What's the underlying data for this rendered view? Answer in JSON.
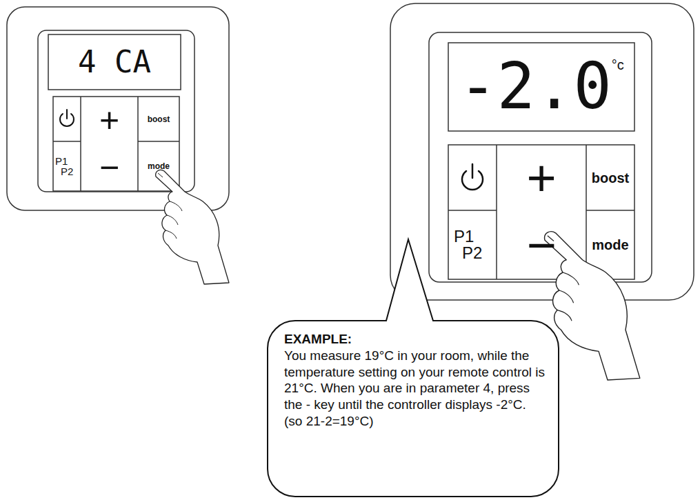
{
  "diagram": {
    "nodes": [
      {
        "text": [
          "4 CA"
        ]
      },
      {
        "text": [
          "+",
          "−"
        ]
      },
      {
        "text": [
          "boost"
        ]
      },
      {
        "text": [
          "P1 P2"
        ]
      },
      {
        "text": [
          "mode"
        ]
      },
      {
        "text": [
          "-2.0",
          "°c"
        ]
      },
      {
        "text": [
          "+",
          "−"
        ]
      },
      {
        "text": [
          "boost"
        ]
      },
      {
        "text": [
          "P1 P2"
        ]
      },
      {
        "text": [
          "mode"
        ]
      },
      {
        "text": [
          "EXAMPLE:",
          "You measure 19°C in your room, while the temperature setting on your remote control is 21°C. When you are in parameter 4, press the - key until the controller displays -2°C.",
          "(so 21-2=19°C)"
        ]
      }
    ]
  }
}
